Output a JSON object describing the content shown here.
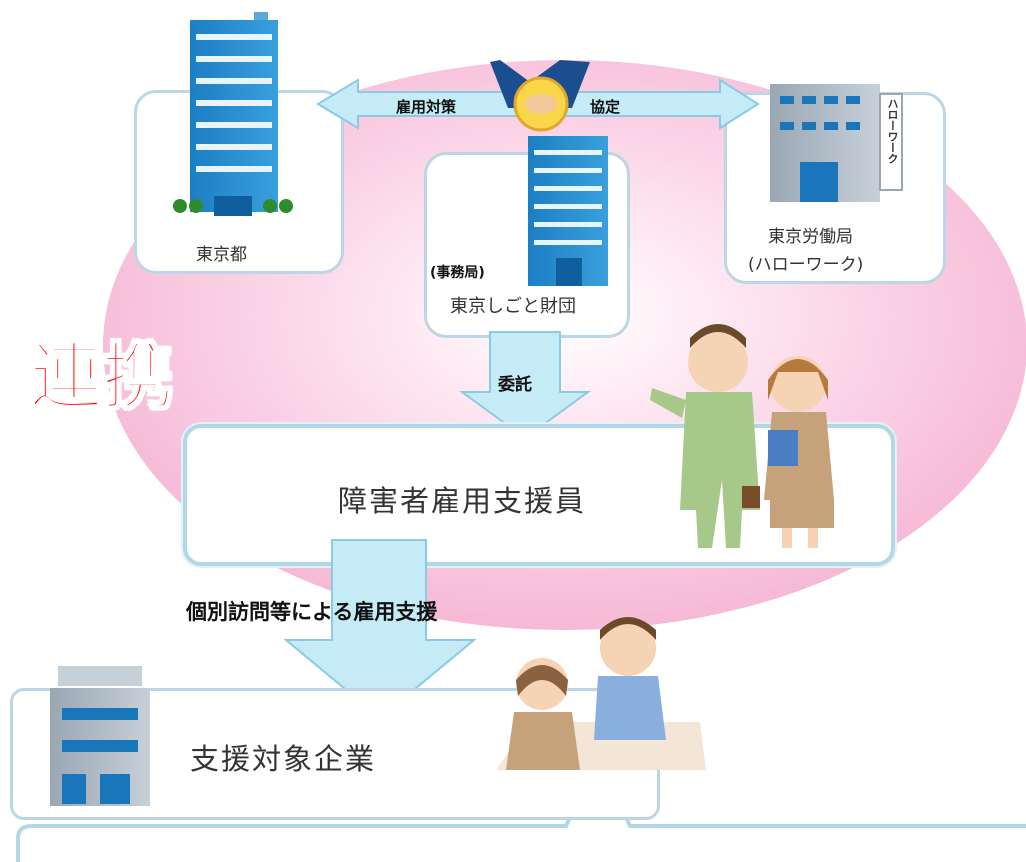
{
  "title": "連携",
  "orgs": {
    "tokyo_metro": "東京都",
    "labour_bureau_line1": "東京労働局",
    "labour_bureau_line2": "(ハローワーク)",
    "foundation_prefix": "(事務局)",
    "foundation": "東京しごと財団",
    "hellowork_sign": "ハローワーク"
  },
  "arrows": {
    "employment_measures": "雇用対策",
    "agreement": "協定",
    "commission": "委託",
    "individual_visits": "個別訪問等による雇用支援"
  },
  "roles": {
    "support_staff": "障害者雇用支援員",
    "target_company": "支援対象企業"
  },
  "colors": {
    "ellipse": "#f7bfd9",
    "arrow_fill": "#c5ebf7",
    "arrow_stroke": "#8cc9e4",
    "title_red": "#ff0000"
  },
  "icons": [
    "office-building-icon",
    "government-building-icon",
    "handshake-icon",
    "business-people-icon",
    "meeting-people-icon"
  ]
}
